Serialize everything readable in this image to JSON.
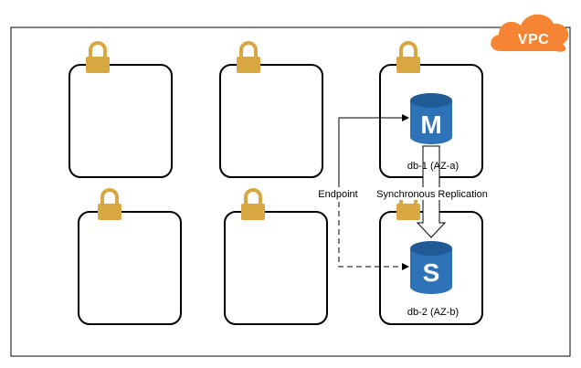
{
  "vpc": {
    "label": "VPC"
  },
  "databases": [
    {
      "letter": "M",
      "label": "db-1 (AZ-a)"
    },
    {
      "letter": "S",
      "label": "db-2 (AZ-b)"
    }
  ],
  "connections": {
    "endpoint_label": "Endpoint",
    "replication_label": "Synchronous Replication"
  },
  "colors": {
    "vpc_orange": "#F58534",
    "lock_gold": "#D9A741",
    "db_blue": "#2E73B8",
    "db_blue_dark": "#205B98"
  }
}
